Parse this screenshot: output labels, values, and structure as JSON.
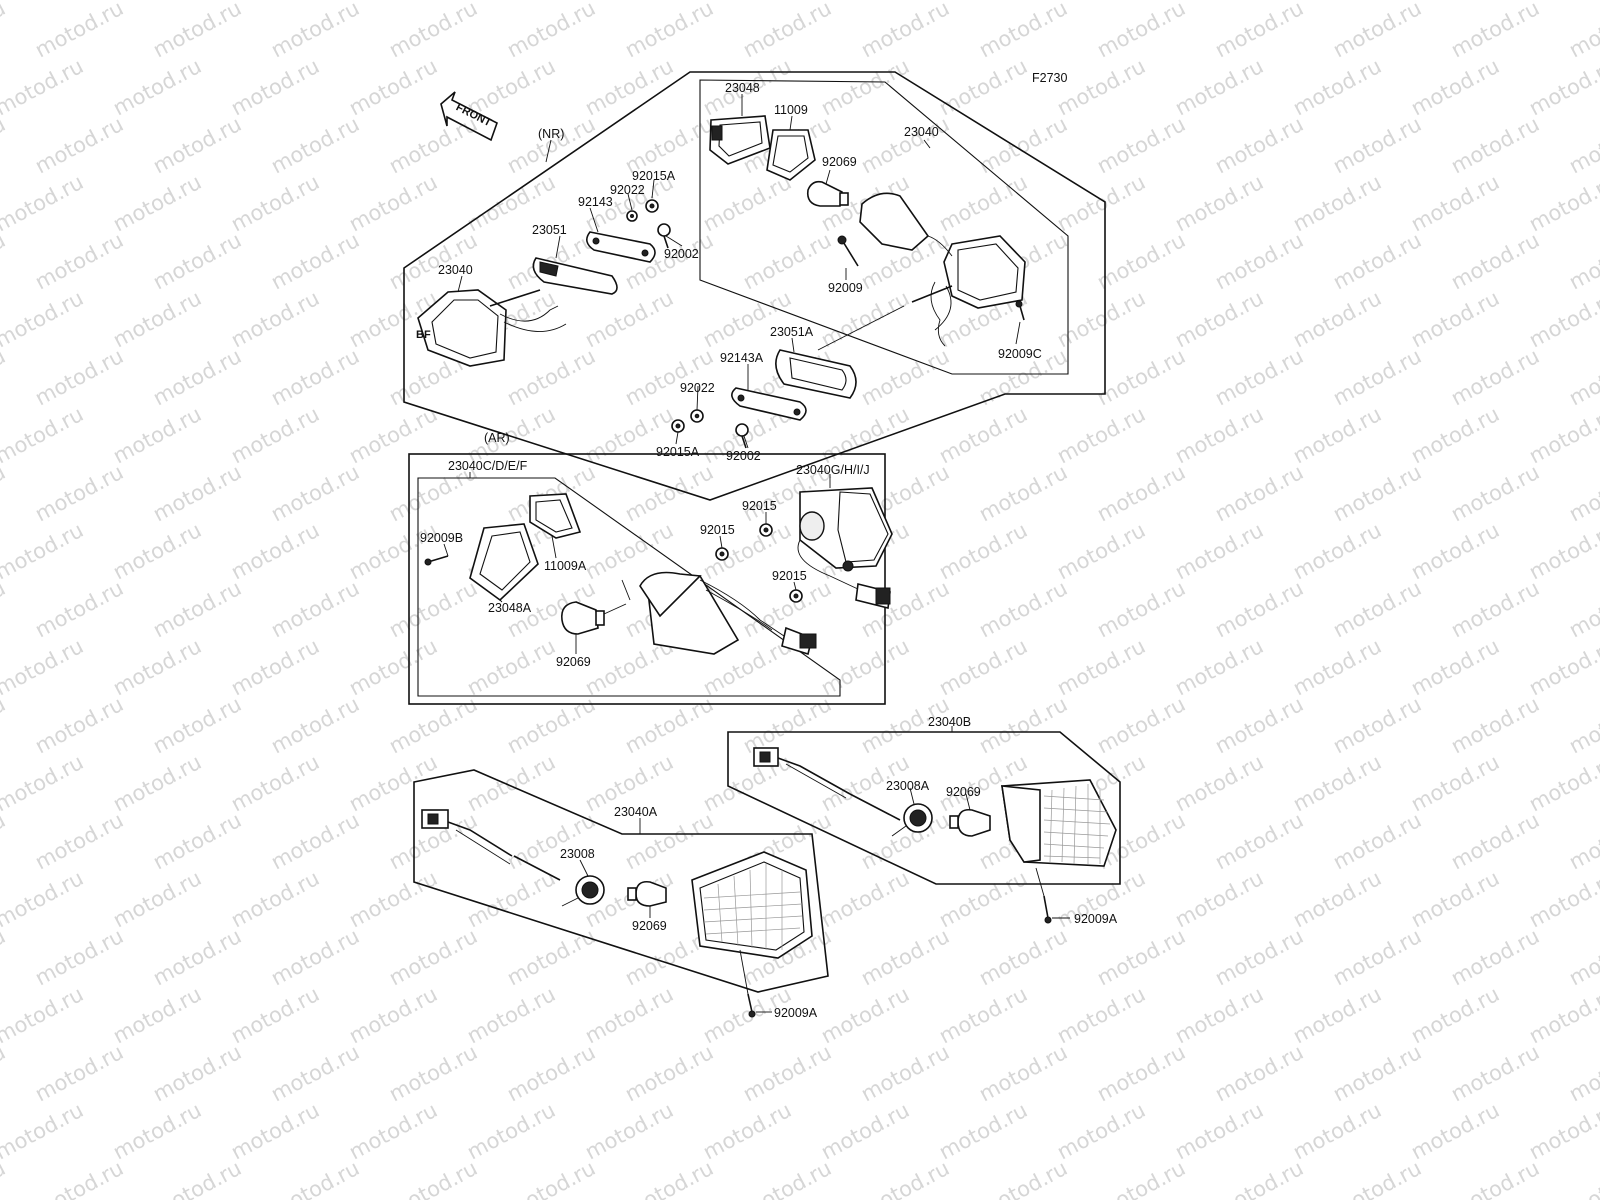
{
  "diagram": {
    "code": "F2730",
    "front_label": "FRONT",
    "groups": {
      "nr": "(NR)",
      "ar": "(AR)"
    },
    "labels": [
      {
        "id": "l-23048",
        "text": "23048"
      },
      {
        "id": "l-11009",
        "text": "11009"
      },
      {
        "id": "l-23040-r",
        "text": "23040"
      },
      {
        "id": "l-92069-nr",
        "text": "92069"
      },
      {
        "id": "l-92015a-t",
        "text": "92015A"
      },
      {
        "id": "l-92022-t",
        "text": "92022"
      },
      {
        "id": "l-92143",
        "text": "92143"
      },
      {
        "id": "l-23051",
        "text": "23051"
      },
      {
        "id": "l-92002-t",
        "text": "92002"
      },
      {
        "id": "l-23040-l",
        "text": "23040"
      },
      {
        "id": "l-92009",
        "text": "92009"
      },
      {
        "id": "l-92009c",
        "text": "92009C"
      },
      {
        "id": "l-23051a",
        "text": "23051A"
      },
      {
        "id": "l-92143a",
        "text": "92143A"
      },
      {
        "id": "l-92022-b",
        "text": "92022"
      },
      {
        "id": "l-92015a-b",
        "text": "92015A"
      },
      {
        "id": "l-92002-b",
        "text": "92002"
      },
      {
        "id": "l-23040cdef",
        "text": "23040C/D/E/F"
      },
      {
        "id": "l-23040ghij",
        "text": "23040G/H/I/J"
      },
      {
        "id": "l-92015-1",
        "text": "92015"
      },
      {
        "id": "l-92015-2",
        "text": "92015"
      },
      {
        "id": "l-92015-3",
        "text": "92015"
      },
      {
        "id": "l-92009b",
        "text": "92009B"
      },
      {
        "id": "l-11009a",
        "text": "11009A"
      },
      {
        "id": "l-23048a",
        "text": "23048A"
      },
      {
        "id": "l-92069-ar",
        "text": "92069"
      },
      {
        "id": "l-23040b",
        "text": "23040B"
      },
      {
        "id": "l-23008a",
        "text": "23008A"
      },
      {
        "id": "l-92069-b",
        "text": "92069"
      },
      {
        "id": "l-92009a-r",
        "text": "92009A"
      },
      {
        "id": "l-23040a",
        "text": "23040A"
      },
      {
        "id": "l-23008",
        "text": "23008"
      },
      {
        "id": "l-92069-a",
        "text": "92069"
      },
      {
        "id": "l-92009a-l",
        "text": "92009A"
      }
    ]
  },
  "watermark": "motod.ru",
  "colors": {
    "ink": "#111111",
    "watermark": "#d6d6d6",
    "background": "#ffffff"
  }
}
